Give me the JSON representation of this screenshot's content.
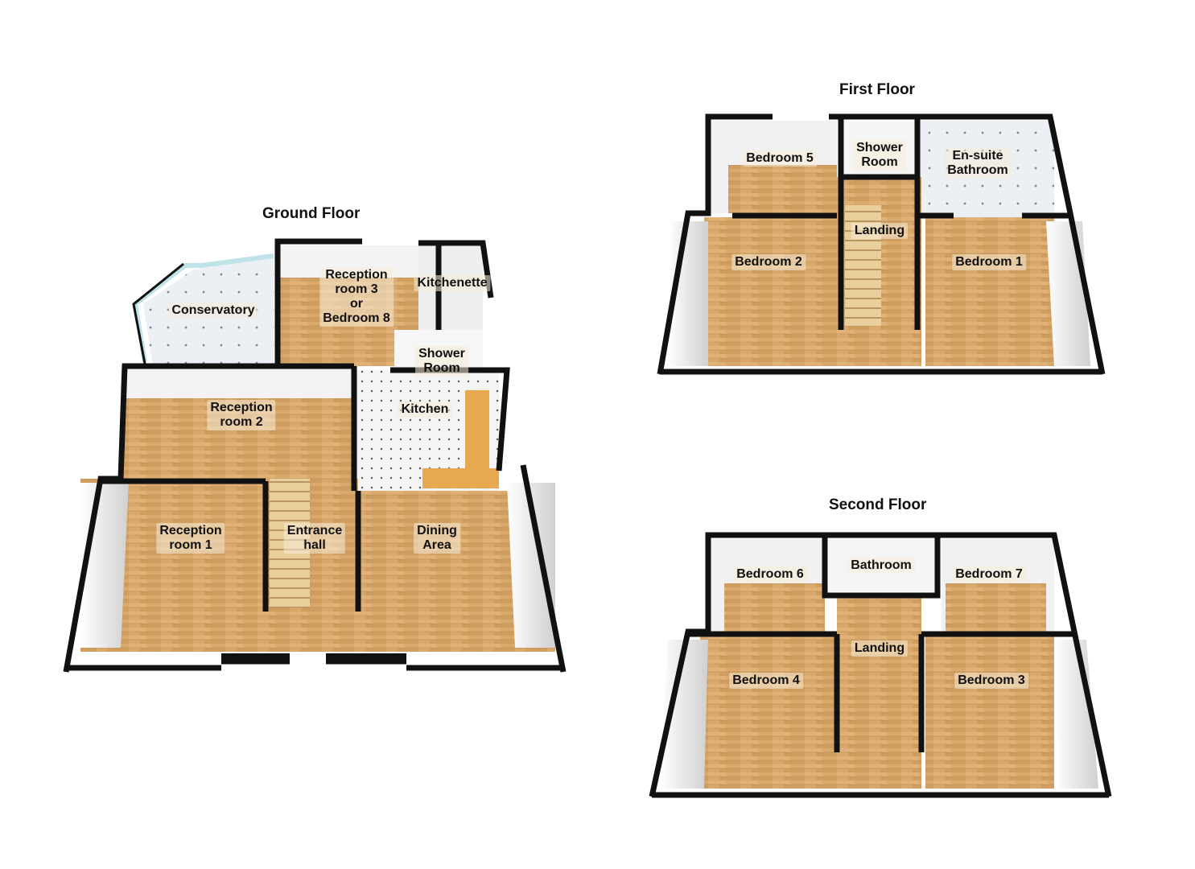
{
  "floors": {
    "ground": {
      "title": "Ground Floor",
      "rooms": {
        "conservatory": "Conservatory",
        "reception3": [
          "Reception",
          "room 3",
          "or",
          "Bedroom 8"
        ],
        "kitchenette": "Kitchenette",
        "shower_room": [
          "Shower",
          "Room"
        ],
        "reception2": [
          "Reception",
          "room 2"
        ],
        "kitchen": "Kitchen",
        "reception1": [
          "Reception",
          "room 1"
        ],
        "entrance_hall": [
          "Entrance",
          "hall"
        ],
        "dining_area": [
          "Dining",
          "Area"
        ]
      }
    },
    "first": {
      "title": "First Floor",
      "rooms": {
        "bedroom5": "Bedroom 5",
        "shower_room": [
          "Shower",
          "Room"
        ],
        "ensuite": [
          "En-suite",
          "Bathroom"
        ],
        "landing": "Landing",
        "bedroom2": "Bedroom 2",
        "bedroom1": "Bedroom 1"
      }
    },
    "second": {
      "title": "Second Floor",
      "rooms": {
        "bedroom6": "Bedroom 6",
        "bathroom": "Bathroom",
        "bedroom7": "Bedroom 7",
        "landing": "Landing",
        "bedroom4": "Bedroom 4",
        "bedroom3": "Bedroom 3"
      }
    }
  },
  "colors": {
    "wood": "#d8a96a",
    "wall": "#111111",
    "tile": "#e8edf2",
    "glass": "#bfe3e8"
  }
}
